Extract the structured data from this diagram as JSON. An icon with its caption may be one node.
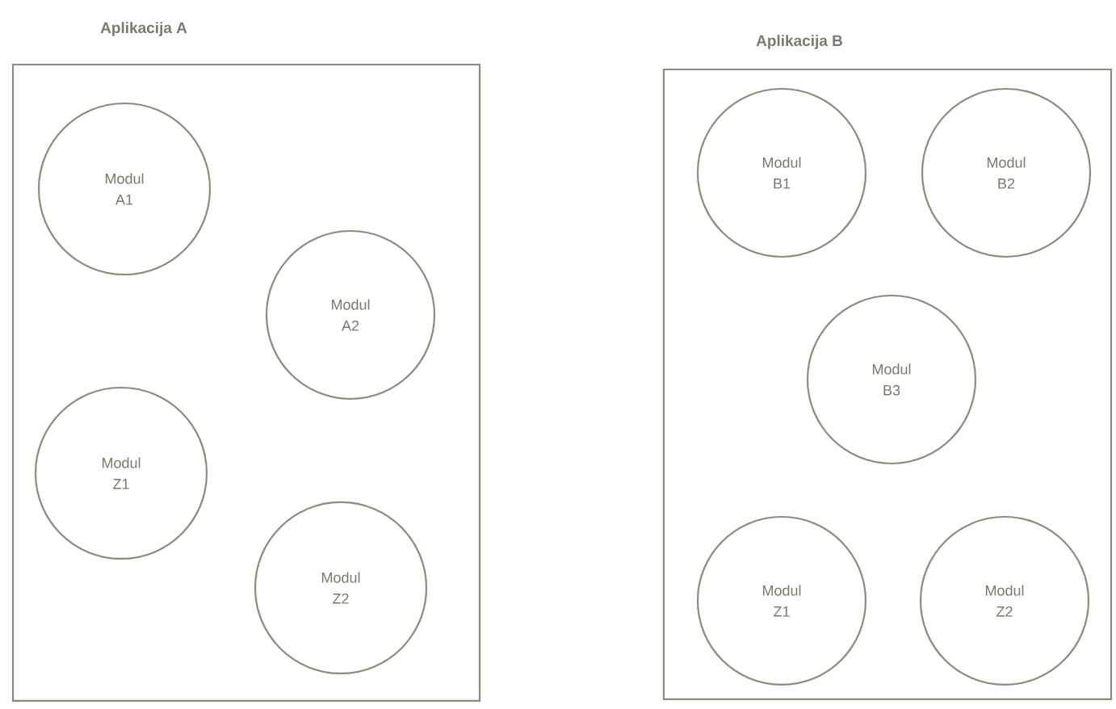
{
  "diagram": {
    "nodes": [
      {
        "text": [
          "Aplikacija A"
        ]
      },
      {
        "text": [
          "Modul A1"
        ],
        "in": 0
      },
      {
        "text": [
          "Modul A2"
        ],
        "in": 0
      },
      {
        "text": [
          "Modul Z1"
        ],
        "in": 0
      },
      {
        "text": [
          "Modul Z2"
        ],
        "in": 0
      },
      {
        "text": [
          "Aplikacija B"
        ]
      },
      {
        "text": [
          "Modul B1"
        ],
        "in": 5
      },
      {
        "text": [
          "Modul B2"
        ],
        "in": 5
      },
      {
        "text": [
          "Modul B3"
        ],
        "in": 5
      },
      {
        "text": [
          "Modul Z1"
        ],
        "in": 5
      },
      {
        "text": [
          "Modul Z2"
        ],
        "in": 5
      }
    ]
  }
}
